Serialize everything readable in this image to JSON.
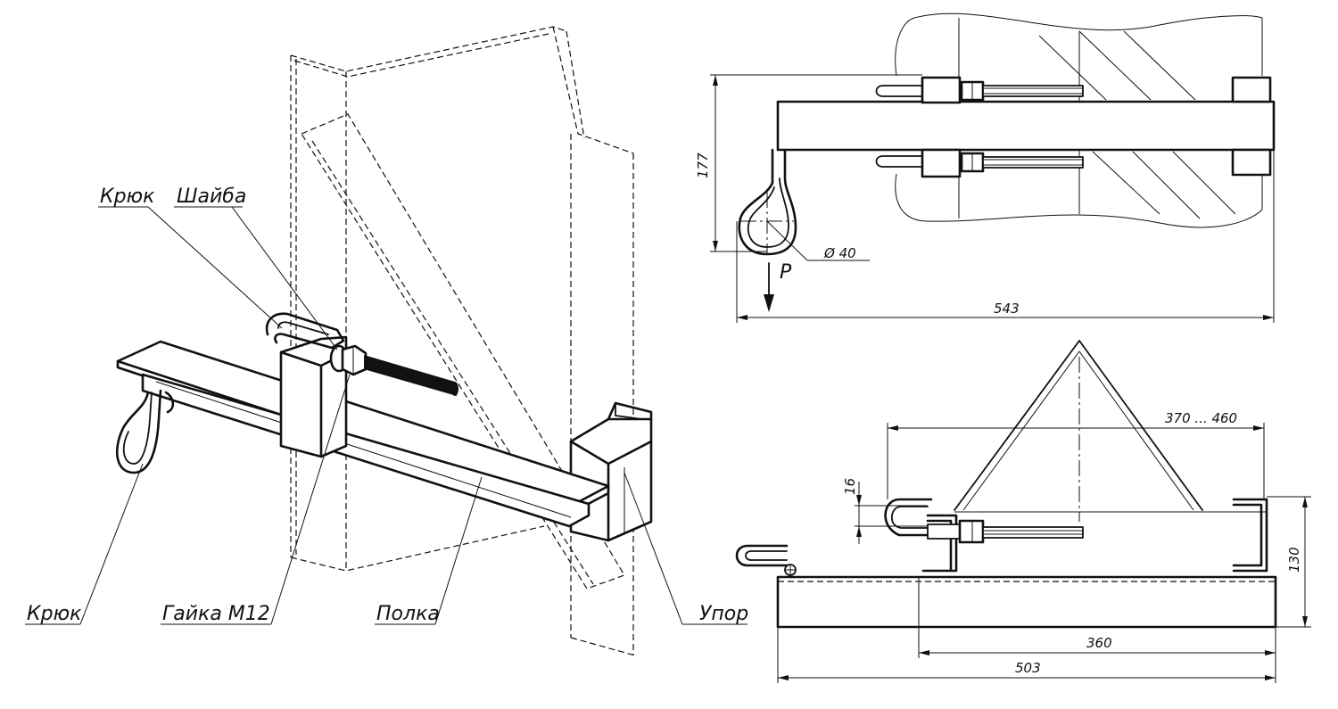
{
  "labels": {
    "hook_top": "Крюк",
    "washer": "Шайба",
    "hook_bottom": "Крюк",
    "nut": "Гайка М12",
    "shelf": "Полка",
    "stop": "Упор"
  },
  "dimensions": {
    "top_height": "177",
    "top_length": "543",
    "hole_diameter": "Ø 40",
    "load": "P",
    "range": "370 ... 460",
    "gap": "16",
    "height": "130",
    "inner_length": "360",
    "total_length": "503"
  }
}
